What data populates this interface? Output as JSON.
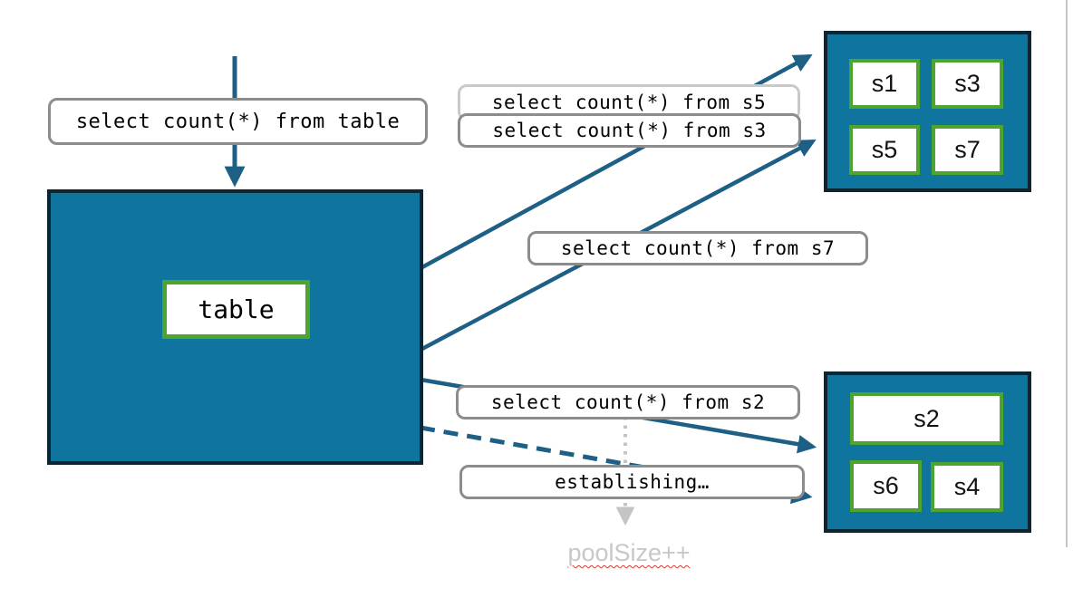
{
  "diagram_title": "sharded select count(*) fan-out with connection pool",
  "labels": {
    "query_table": "select count(*) from table",
    "query_s5": "select count(*) from s5",
    "query_s3": "select count(*) from s3",
    "query_s7": "select count(*) from s7",
    "query_s2": "select count(*) from s2",
    "establishing": "establishing…",
    "pool_size": "poolSize++"
  },
  "table_node": {
    "label": "table"
  },
  "shards": {
    "top": [
      "s1",
      "s3",
      "s5",
      "s7"
    ],
    "bottom": [
      "s2",
      "s6",
      "s4"
    ]
  },
  "colors": {
    "teal_fill": "#0f749e",
    "navy_border": "#0d2433",
    "green_border": "#4ba52f",
    "arrow_blue": "#1e5f85",
    "gray_border": "#8c8c8c",
    "light_gray_border": "#c9c9c9",
    "dotted_arrow_gray": "#c4c4c4",
    "pool_text_gray": "#c6c8c9",
    "squiggle_red": "#d83b2e"
  }
}
